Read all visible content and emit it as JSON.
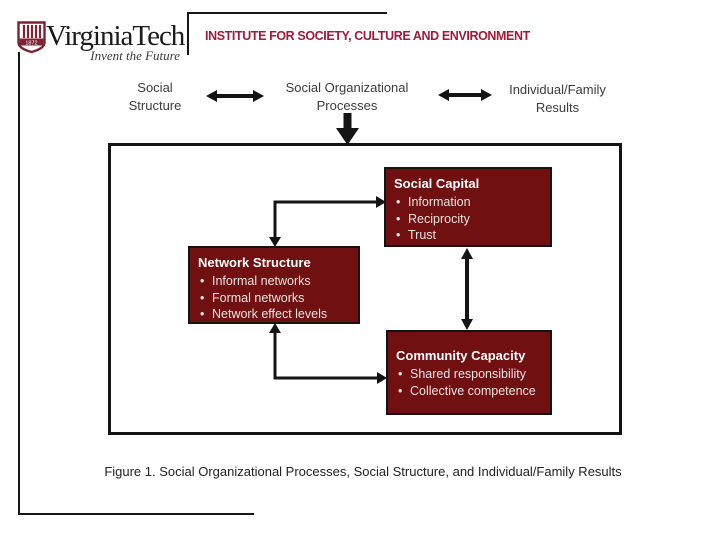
{
  "colors": {
    "maroon_box": "#701010",
    "institute_text": "#9d1c3a",
    "arrow": "#141414",
    "shield_maroon": "#7a2433"
  },
  "header": {
    "logo": {
      "wordmark": "VirginiaTech",
      "tagline": "Invent the Future",
      "shield_year": "1872"
    },
    "institute_title": "INSTITUTE FOR SOCIETY, CULTURE AND ENVIRONMENT"
  },
  "flow_labels": [
    {
      "label": "Social Structure"
    },
    {
      "label": "Social Organizational Processes"
    },
    {
      "label": "Individual/Family Results"
    }
  ],
  "boxes": {
    "social_capital": {
      "title": "Social Capital",
      "bullets": [
        "Information",
        "Reciprocity",
        "Trust"
      ]
    },
    "network_structure": {
      "title": "Network Structure",
      "bullets": [
        "Informal networks",
        "Formal networks",
        "Network effect levels"
      ]
    },
    "community_capacity": {
      "title": "Community Capacity",
      "bullets": [
        "Shared responsibility",
        "Collective competence"
      ]
    }
  },
  "caption": "Figure 1. Social Organizational Processes, Social Structure, and Individual/Family Results"
}
